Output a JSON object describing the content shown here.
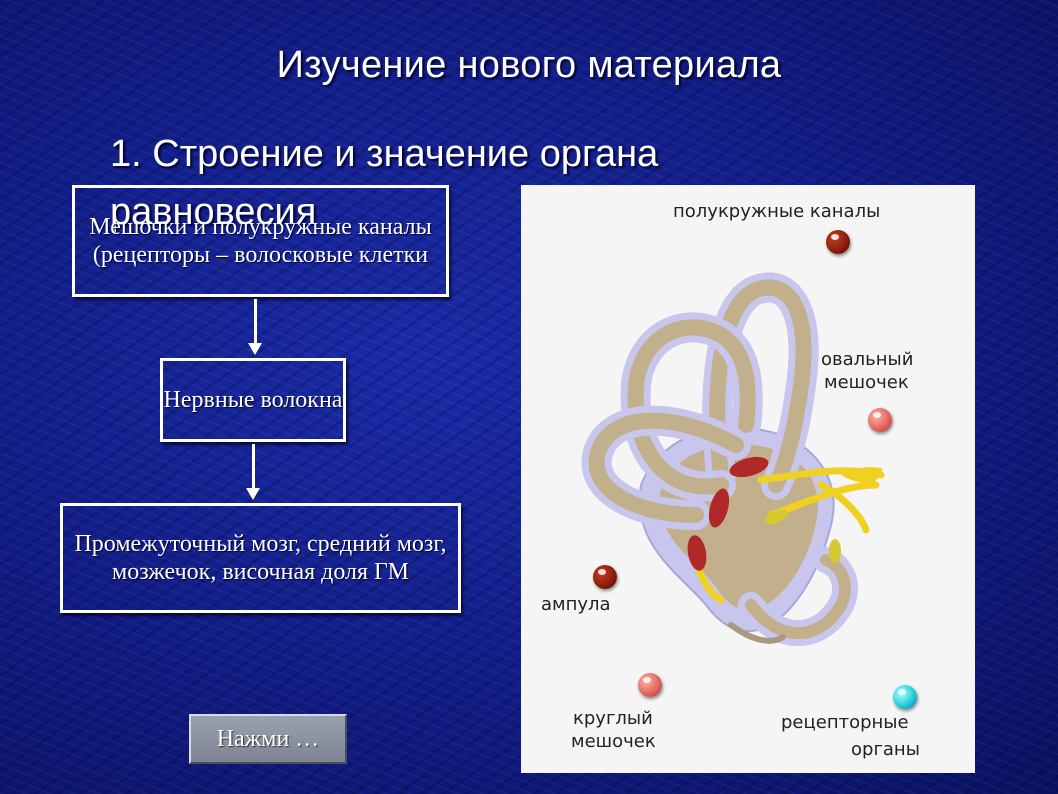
{
  "slide": {
    "title": "Изучение нового материала",
    "subtitle": "1. Строение и значение органа равновесия"
  },
  "flow": {
    "box1": "Мешочки и полукружные каналы (рецепторы – волосковые клетки",
    "box2": "Нервные волокна",
    "box3": "Промежуточный мозг, средний мозг, мозжечок, височная доля ГМ"
  },
  "button": {
    "label": "Нажми …"
  },
  "diagram": {
    "labels": {
      "semicircular": "полукружные каналы",
      "oval_line1": "овальный",
      "oval_line2": "мешочек",
      "ampulla": "ампула",
      "round_line1": "круглый",
      "round_line2": "мешочек",
      "receptor_line1": "рецепторные",
      "receptor_line2": "органы"
    },
    "colors": {
      "dark_red_dot": "#8a1a0a",
      "pink_dot": "#e0615a",
      "cyan_dot": "#19c8d8",
      "labyrinth_outer": "#c8c6ec",
      "labyrinth_inner": "#c2b08c",
      "nerve": "#f0d020",
      "receptor": "#b02828"
    }
  }
}
